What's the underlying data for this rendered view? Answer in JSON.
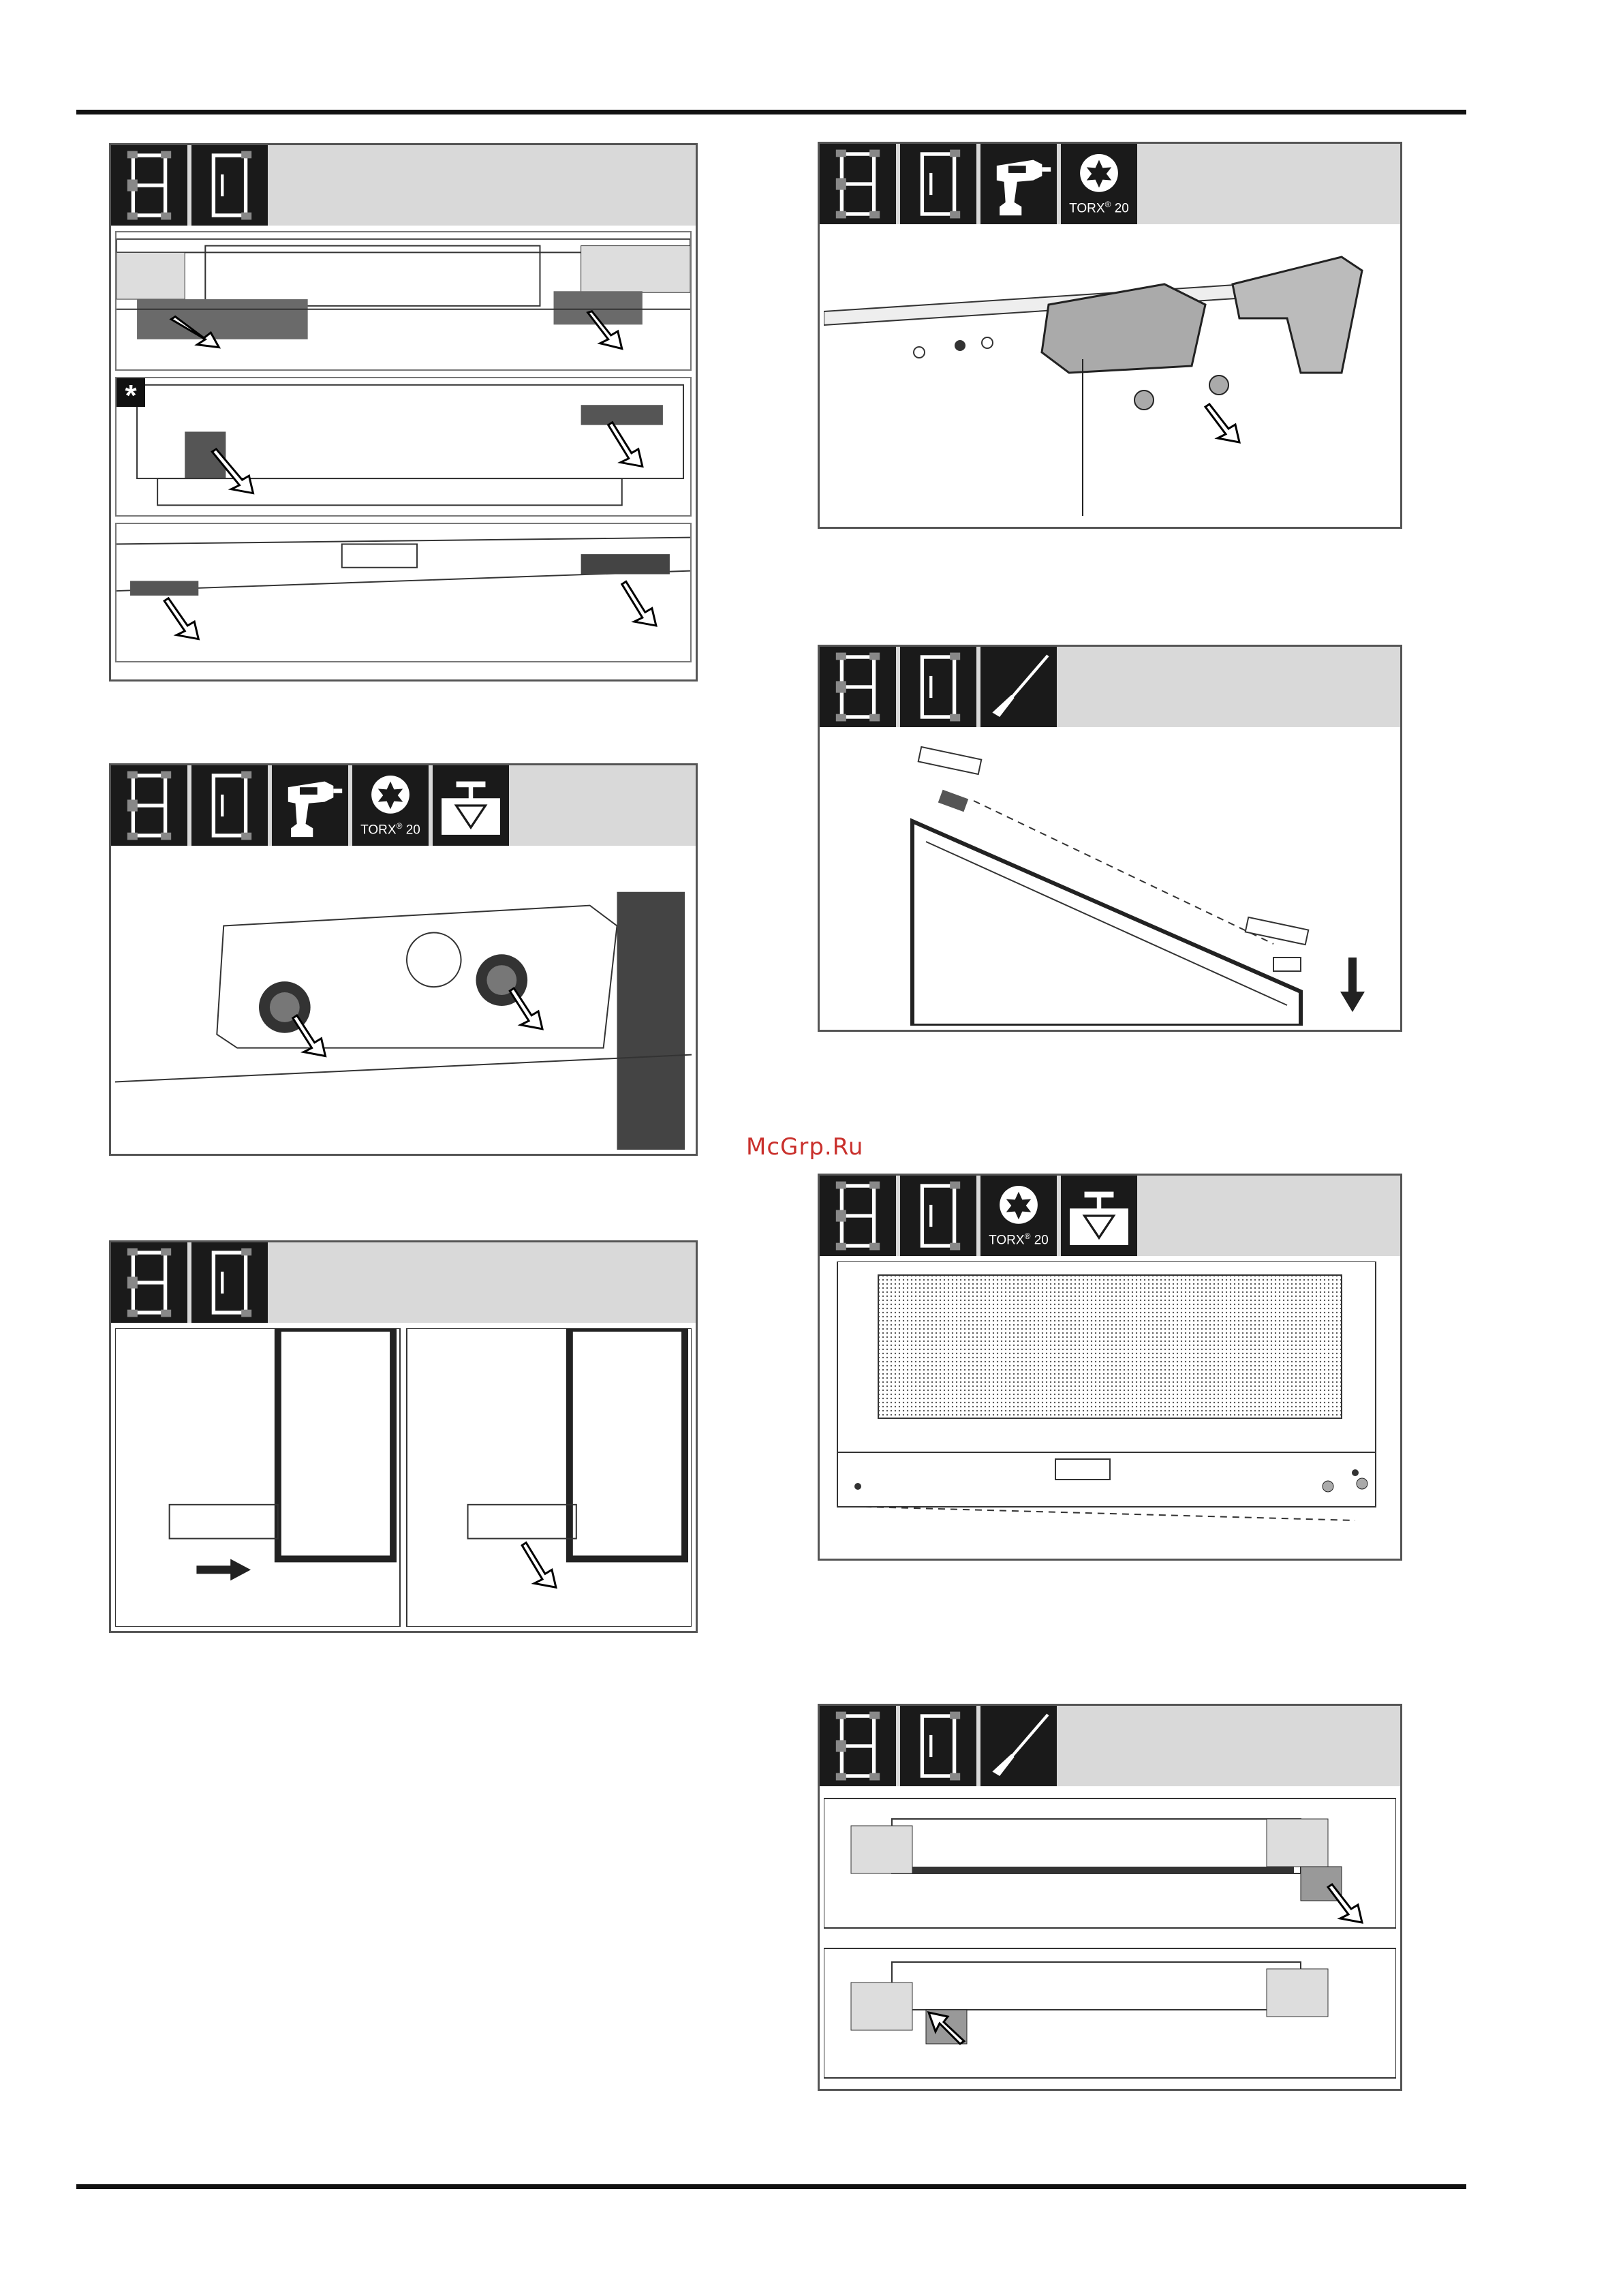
{
  "page": {
    "watermark": "McGrp.Ru",
    "footer_text": ""
  },
  "icons": {
    "torx_label": "TORX",
    "torx_reg": "®",
    "torx_size": "20",
    "tool_names": [
      "fridge-freezer-icon",
      "fridge-icon",
      "cordless-drill-icon",
      "torx-bit-icon",
      "screw-depth-icon",
      "screwdriver-icon"
    ]
  },
  "panels": [
    {
      "id": "p1",
      "icons": [
        "fridge-freezer",
        "fridge"
      ],
      "sub_frames": 3,
      "asterisk": "*"
    },
    {
      "id": "p2",
      "icons": [
        "fridge-freezer",
        "fridge",
        "drill",
        "torx",
        "screw"
      ]
    },
    {
      "id": "p3",
      "icons": [
        "fridge-freezer",
        "fridge"
      ]
    },
    {
      "id": "p4",
      "icons": [
        "fridge-freezer",
        "fridge",
        "drill",
        "torx"
      ]
    },
    {
      "id": "p5",
      "icons": [
        "fridge-freezer",
        "fridge",
        "screwdriver"
      ]
    },
    {
      "id": "p6",
      "icons": [
        "fridge-freezer",
        "fridge",
        "torx",
        "screw"
      ]
    },
    {
      "id": "p7",
      "icons": [
        "fridge-freezer",
        "fridge",
        "screwdriver"
      ]
    }
  ],
  "colors": {
    "header_grey": "#d9d9d9",
    "icon_black": "#1a1a1a",
    "watermark_red": "#c9302c"
  }
}
